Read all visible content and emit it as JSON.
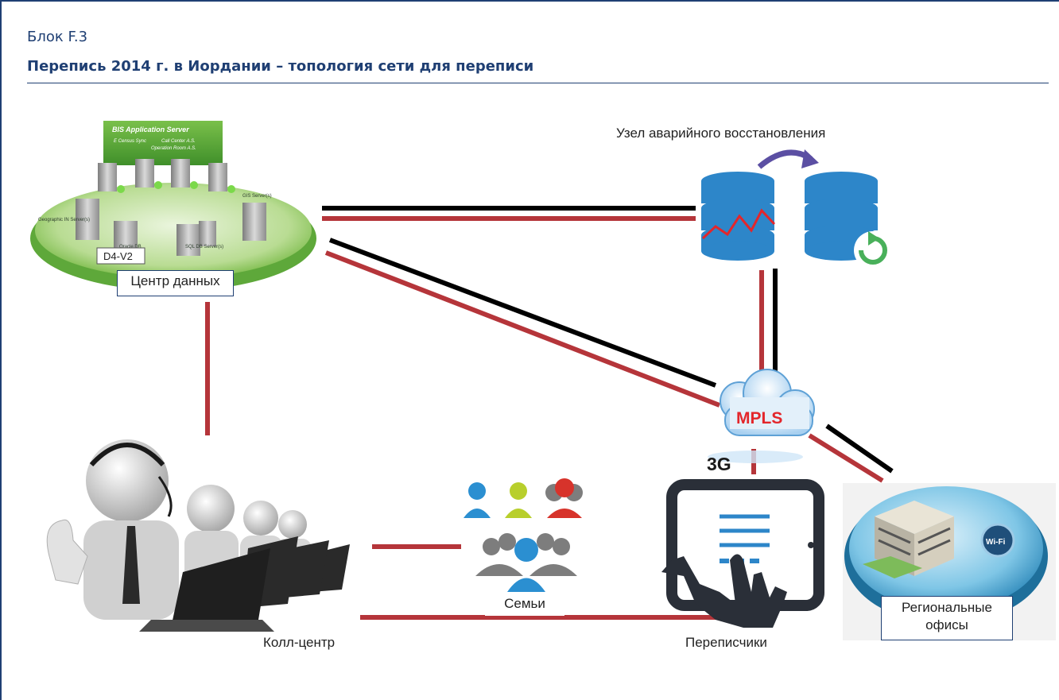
{
  "header": {
    "box_number": "Блок F.3",
    "title": "Перепись 2014 г. в Иордании – топология сети для переписи"
  },
  "nodes": {
    "data_center": {
      "label": "Центр данных",
      "server_title": "BIS Application Server",
      "server_items": [
        "E Census Sync",
        "Call Center A.S.",
        "Operation Room A.S."
      ],
      "tag": "D4-V2",
      "server_labels": [
        "Geographic IN Server(s)",
        "Oracle DB",
        "SQL DB Server(s)",
        "GIS Server(s)"
      ]
    },
    "disaster_recovery": {
      "label": "Узел аварийного восстановления"
    },
    "mpls": {
      "label": "MPLS",
      "link_label": "3G"
    },
    "call_center": {
      "label": "Колл-центр"
    },
    "families": {
      "label": "Семьи"
    },
    "enumerators": {
      "label": "Переписчики"
    },
    "regional_offices": {
      "label": "Региональные офисы",
      "badge": "Wi-Fi"
    }
  },
  "colors": {
    "header": "#1f3f73",
    "link_red": "#b5353a",
    "link_black": "#000000",
    "mpls_text": "#e3262b",
    "db_blue": "#2d86c9",
    "green_platform": "#7cc24a"
  }
}
